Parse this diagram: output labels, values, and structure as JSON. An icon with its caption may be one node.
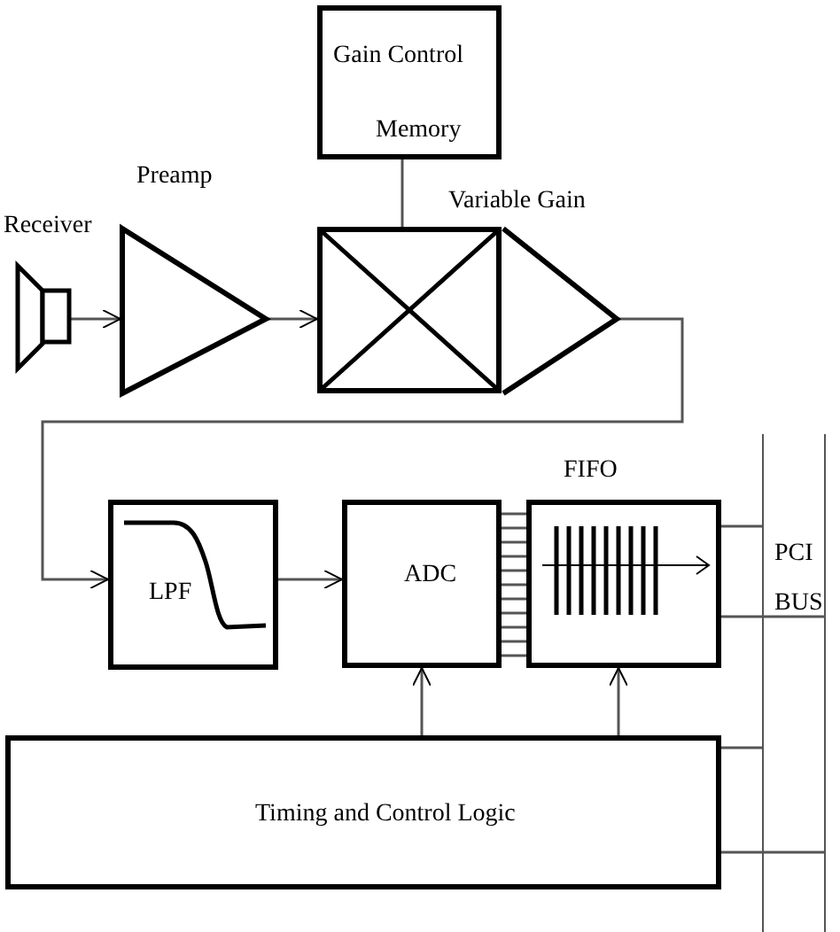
{
  "diagram": {
    "nodes": [
      {
        "text": [
          "Gain Control",
          "Memory"
        ]
      },
      {
        "text": [
          "Receiver"
        ]
      },
      {
        "text": [
          "Preamp"
        ]
      },
      {
        "text": [],
        "shape": "box"
      },
      {
        "text": [
          "Variable Gain"
        ]
      },
      {
        "text": [
          "LPF"
        ]
      },
      {
        "text": [
          "ADC"
        ]
      },
      {
        "text": [
          "FIFO"
        ]
      },
      {
        "text": [
          "Timing and Control Logic"
        ]
      },
      {
        "text": [
          "PCI BUS"
        ]
      }
    ],
    "edges": [
      {
        "from": 0,
        "to": 3,
        "arrow": "none"
      },
      {
        "from": 1,
        "to": 2,
        "arrow": "to"
      },
      {
        "from": 2,
        "to": 3,
        "arrow": "to"
      },
      {
        "from": 4,
        "to": 5,
        "arrow": "to"
      },
      {
        "from": 5,
        "to": 6,
        "arrow": "to"
      },
      {
        "from": 6,
        "to": 7,
        "arrow": "none"
      },
      {
        "from": 8,
        "to": 6,
        "arrow": "to"
      },
      {
        "from": 8,
        "to": 7,
        "arrow": "to"
      },
      {
        "from": 7,
        "to": 9,
        "arrow": "none"
      },
      {
        "from": 7,
        "to": 9,
        "arrow": "none"
      },
      {
        "from": 8,
        "to": 9,
        "arrow": "none"
      },
      {
        "from": 8,
        "to": 9,
        "arrow": "none"
      }
    ]
  }
}
